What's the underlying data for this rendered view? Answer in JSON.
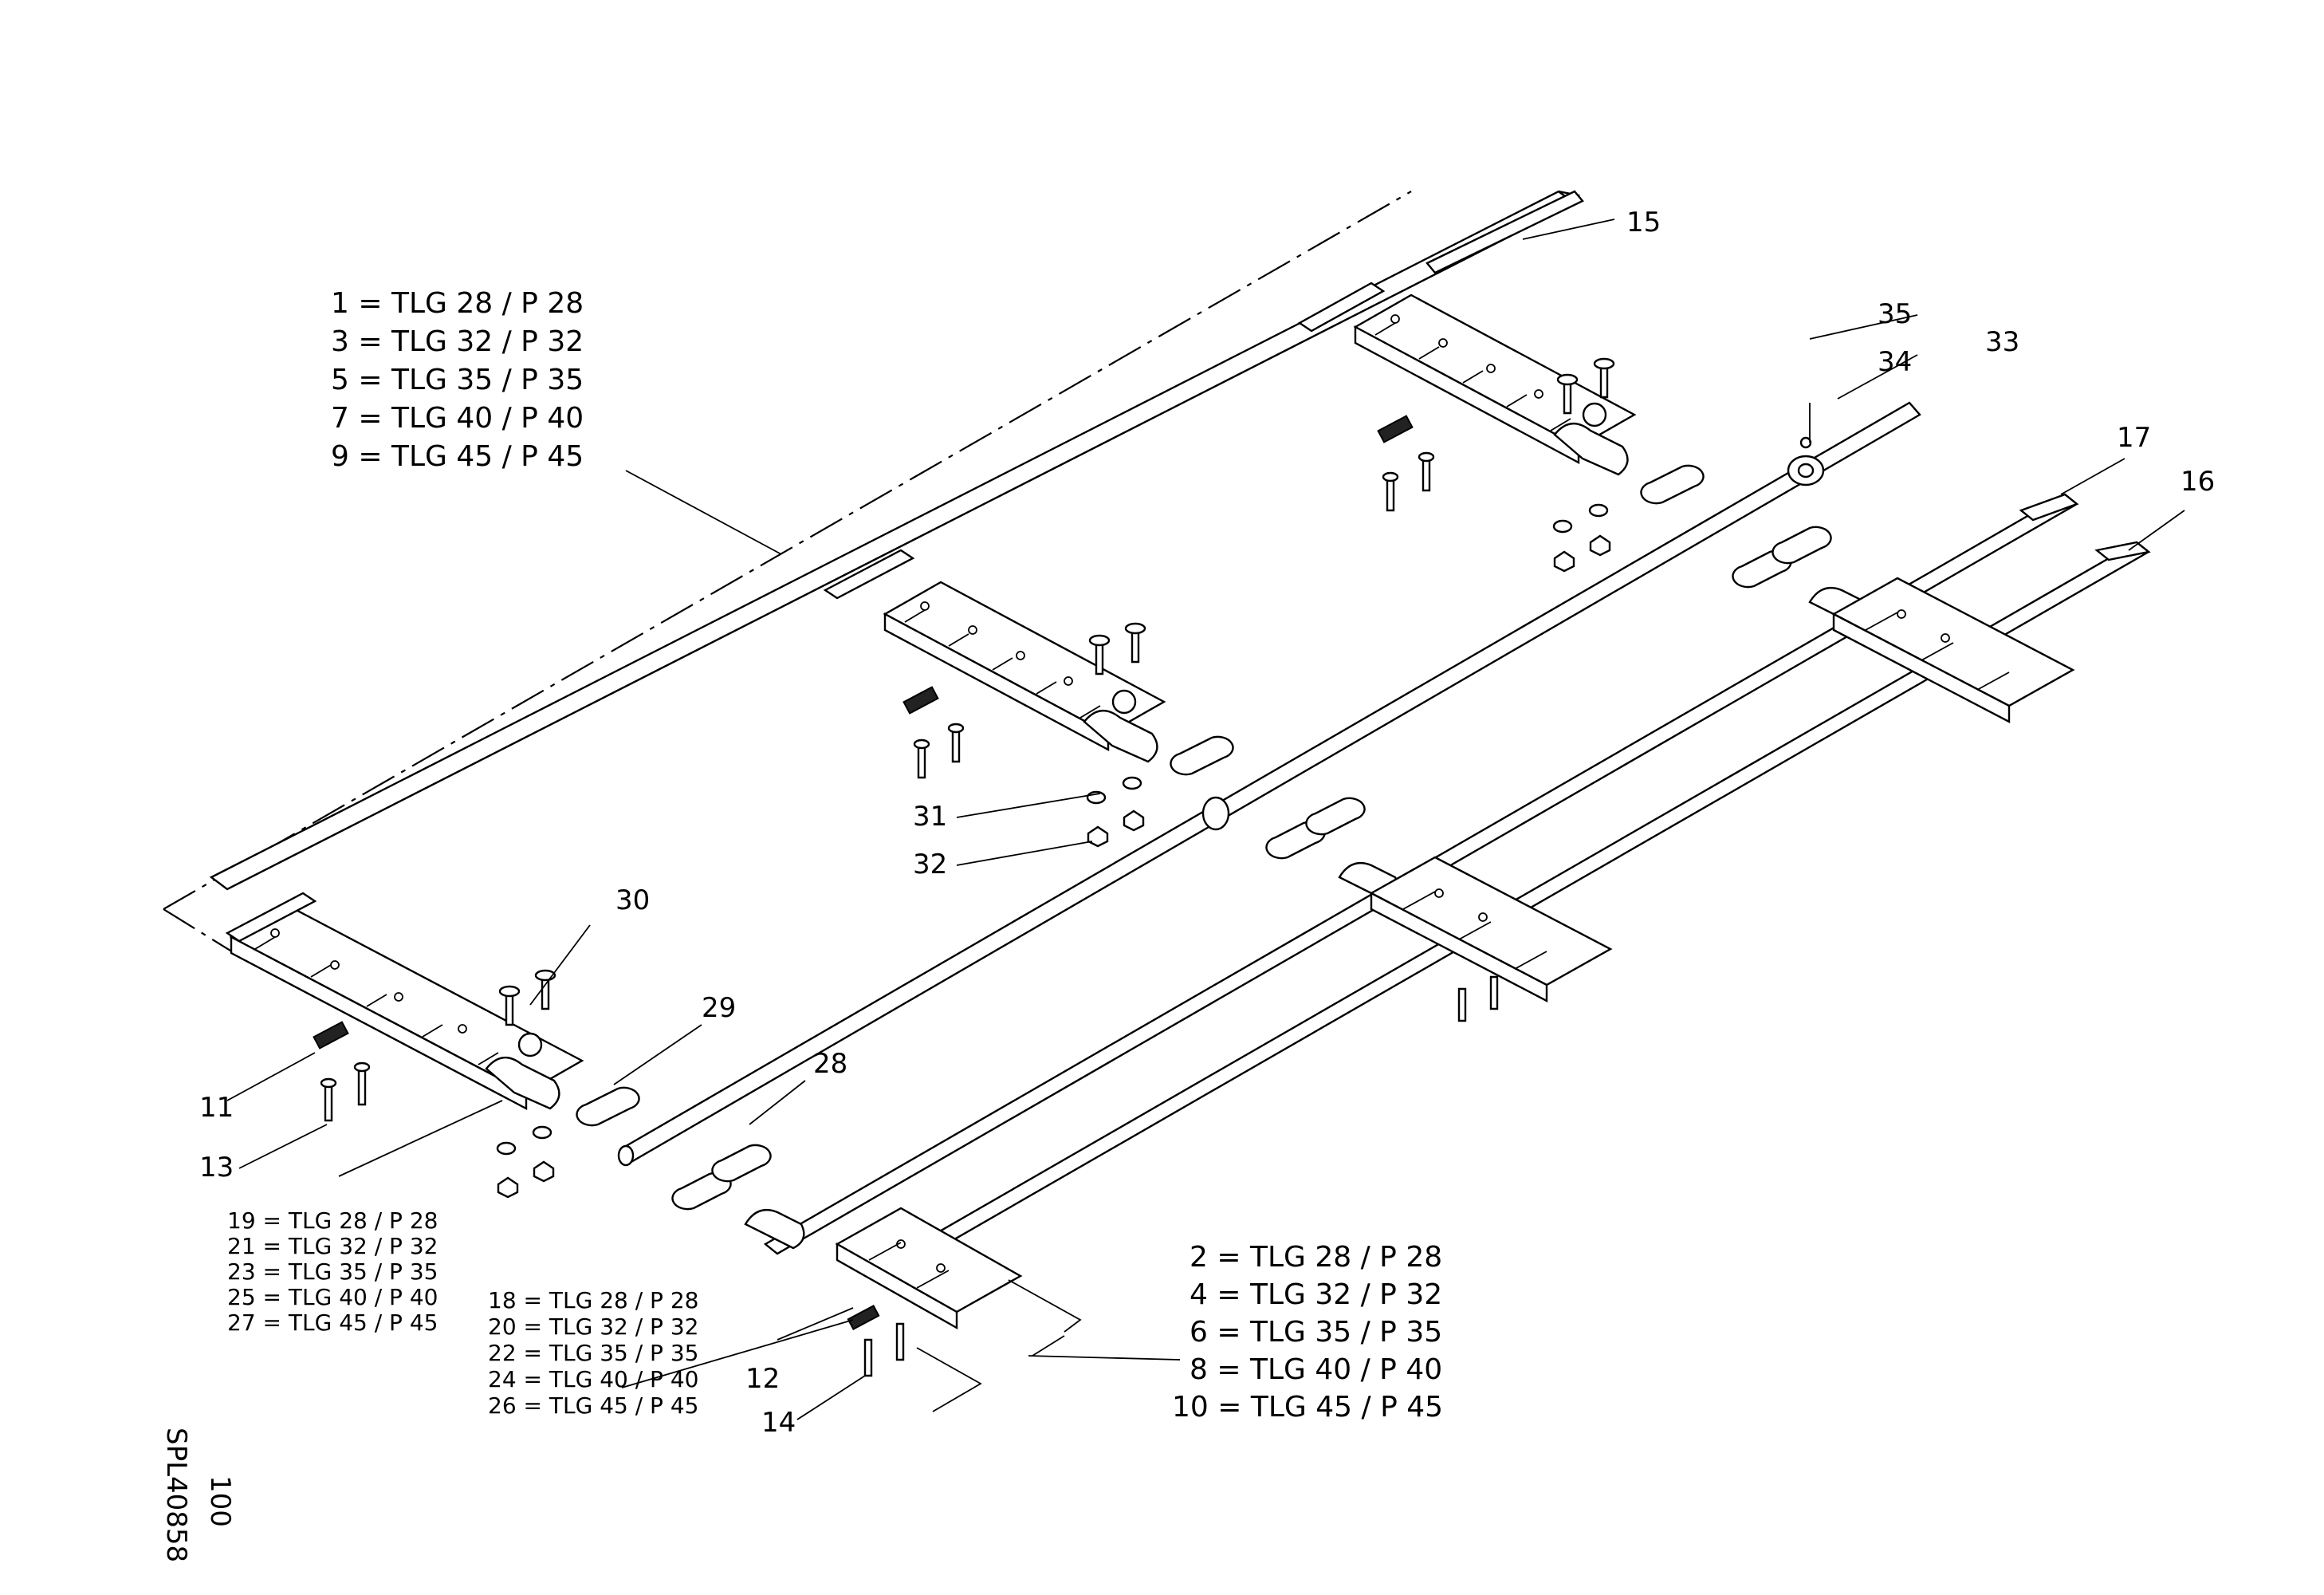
{
  "drawing_code": "SPL40858",
  "scale": "100",
  "legend_groups": {
    "top_left": [
      "1 = TLG 28 / P 28",
      "3 = TLG 32 / P 32",
      "5 = TLG 35 / P 35",
      "7 = TLG 40 / P 40",
      "9 = TLG 45 / P 45"
    ],
    "bottom_left_a": [
      "19 = TLG 28 / P 28",
      "21 = TLG 32 / P 32",
      "23 = TLG 35 / P 35",
      "25 = TLG 40 / P 40",
      "27 = TLG 45 / P 45"
    ],
    "bottom_left_b": [
      "18 = TLG 28 / P 28",
      "20 = TLG 32 / P 32",
      "22 = TLG 35 / P 35",
      "24 = TLG 40 / P 40",
      "26 = TLG 45 / P 45"
    ],
    "bottom_right": [
      "2 = TLG 28 / P 28",
      "4 = TLG 32 / P 32",
      "6 = TLG 35 / P 35",
      "8 = TLG 40 / P 40",
      "10 = TLG 45 / P 45"
    ]
  },
  "callouts": [
    "11",
    "12",
    "13",
    "14",
    "15",
    "16",
    "17",
    "28",
    "29",
    "30",
    "31",
    "32",
    "33",
    "34",
    "35"
  ]
}
